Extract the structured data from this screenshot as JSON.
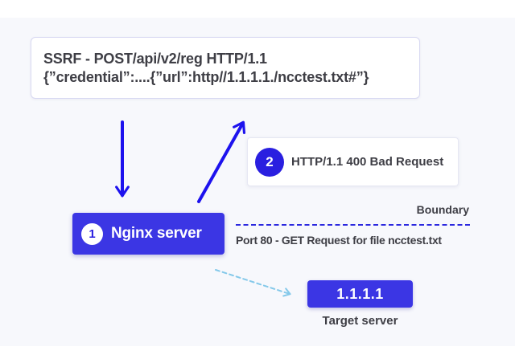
{
  "request_box": {
    "line1": "SSRF - POST/api/v2/reg HTTP/1.1",
    "line2": "{”credential”:....{”url”:http//1.1.1.1./ncctest.txt#”}"
  },
  "response_box": {
    "badge": "2",
    "label": "HTTP/1.1 400 Bad Request"
  },
  "nginx_box": {
    "badge": "1",
    "label": "Nginx server"
  },
  "boundary": {
    "label": "Boundary",
    "port_label": "Port 80 - GET Request for file ncctest.txt"
  },
  "target": {
    "ip": "1.1.1.1",
    "label": "Target server"
  },
  "colors": {
    "panel_bg": "#F7F8FC",
    "box_blue": "#3B36E4",
    "badge_blue": "#2A1FE0",
    "arrow_blue": "#1D12EE",
    "dash_blue": "#2B28DF",
    "cyan_arrow": "#85C9EA",
    "text_dark": "#3E3E45",
    "border_light": "#D8D9F2"
  }
}
